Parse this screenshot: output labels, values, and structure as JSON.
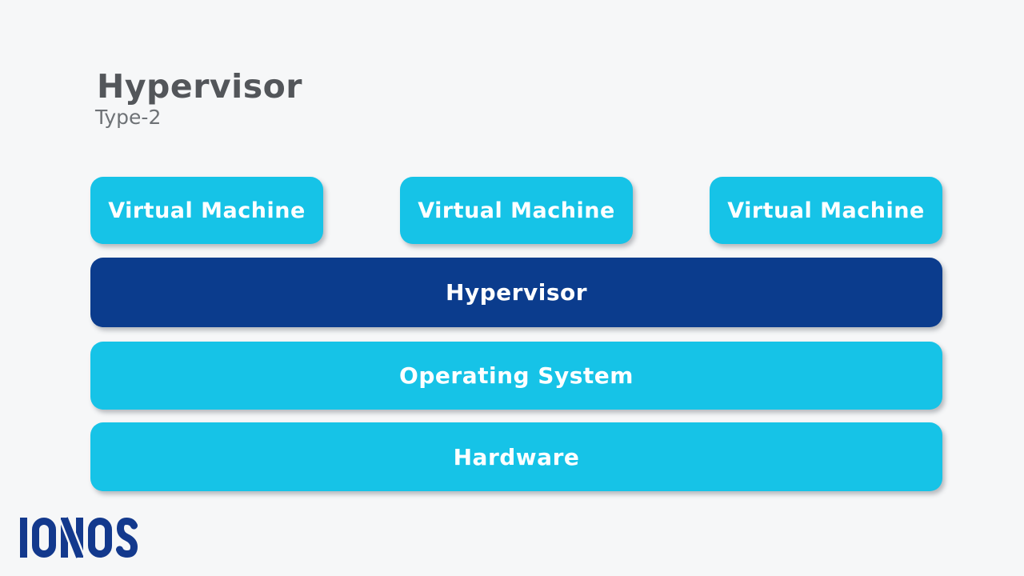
{
  "header": {
    "title": "Hypervisor",
    "subtitle": "Type-2"
  },
  "diagram": {
    "vm_boxes": [
      {
        "label": "Virtual Machine"
      },
      {
        "label": "Virtual Machine"
      },
      {
        "label": "Virtual Machine"
      }
    ],
    "layers": [
      {
        "label": "Hypervisor",
        "variant": "dark-blue"
      },
      {
        "label": "Operating System",
        "variant": "cyan"
      },
      {
        "label": "Hardware",
        "variant": "cyan"
      }
    ]
  },
  "footer": {
    "brand": "IONOS"
  },
  "colors": {
    "background": "#f6f7f8",
    "cyan": "#16c3e7",
    "dark_blue": "#0b3c8d",
    "logo_blue": "#13398d",
    "title_text": "#53565a",
    "subtitle_text": "#6e7276",
    "box_text": "#ffffff"
  }
}
